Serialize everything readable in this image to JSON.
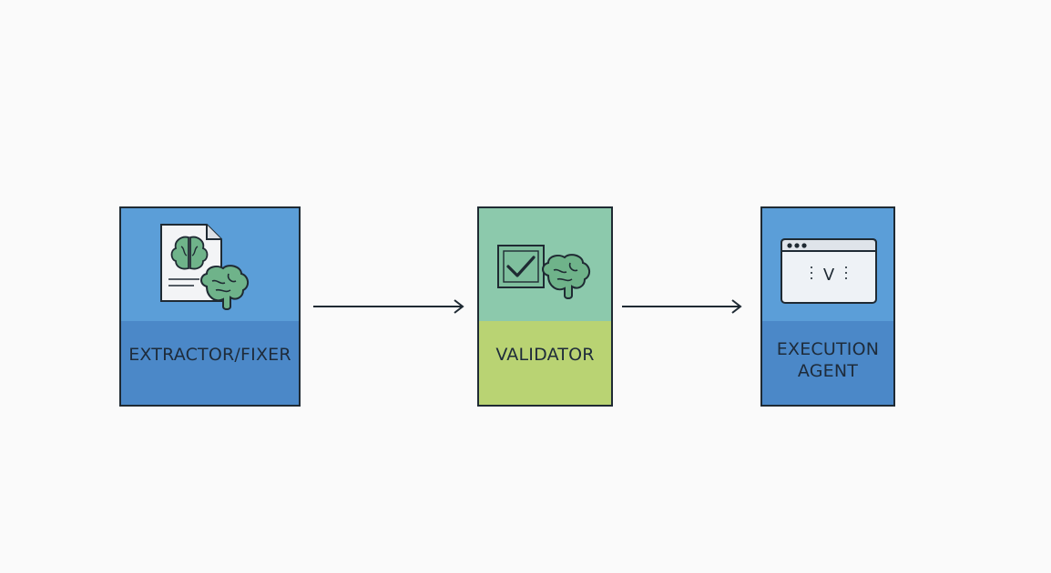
{
  "nodes": [
    {
      "label": "EXTRACTOR/FIXER",
      "icons": [
        "document-icon",
        "brain-icon"
      ]
    },
    {
      "label": "VALIDATOR",
      "icons": [
        "checkbox-icon",
        "brain-icon"
      ]
    },
    {
      "label_lines": [
        "EXECUTION",
        "AGENT"
      ],
      "icons": [
        "browser-window-icon"
      ]
    }
  ],
  "browser_window_text": "V",
  "colors": {
    "blue_top": "#5b9ed8",
    "blue_bottom": "#4b88c8",
    "green_top": "#8cc9ac",
    "green_bottom": "#b9d373",
    "brain_green": "#6fb38a",
    "outline": "#1f2a33"
  }
}
